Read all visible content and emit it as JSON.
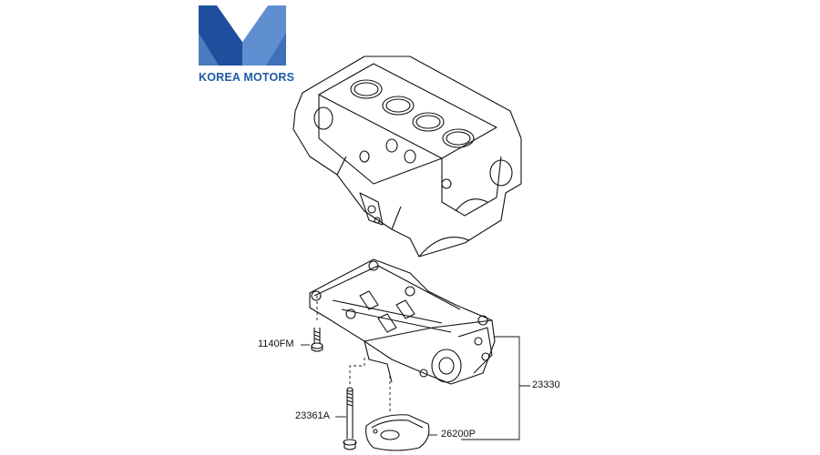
{
  "brand": {
    "name": "KOREA MOTORS",
    "colors": {
      "dark": "#1f4f9c",
      "light": "#5f8fd0",
      "text": "#1f5aa6"
    }
  },
  "diagram": {
    "line_color": "#111111",
    "components": [
      {
        "id": "engine-block",
        "label": ""
      },
      {
        "id": "balance-shaft-oil-pump-assembly",
        "label": "23330"
      },
      {
        "id": "flange-bolt",
        "label": "1140FM"
      },
      {
        "id": "long-bolt",
        "label": "23361A"
      },
      {
        "id": "oil-strainer-cover",
        "label": "26200P"
      }
    ],
    "part_labels": {
      "p1140FM": "1140FM",
      "p23330": "23330",
      "p23361A": "23361A",
      "p26200P": "26200P"
    }
  }
}
